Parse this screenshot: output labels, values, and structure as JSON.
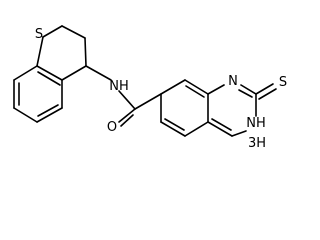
{
  "molecule": {
    "atom_labels": {
      "ring_sulfur": "S",
      "amide_nitrogen": "NH",
      "amide_oxygen": "O",
      "quinazoline_n1": "N",
      "quinazoline_nh3": "NH",
      "quinazoline_h3": "3H",
      "thione_sulfur": "S"
    }
  },
  "colors": {
    "bond": "#000000",
    "label": "#000000",
    "background": "#ffffff"
  }
}
